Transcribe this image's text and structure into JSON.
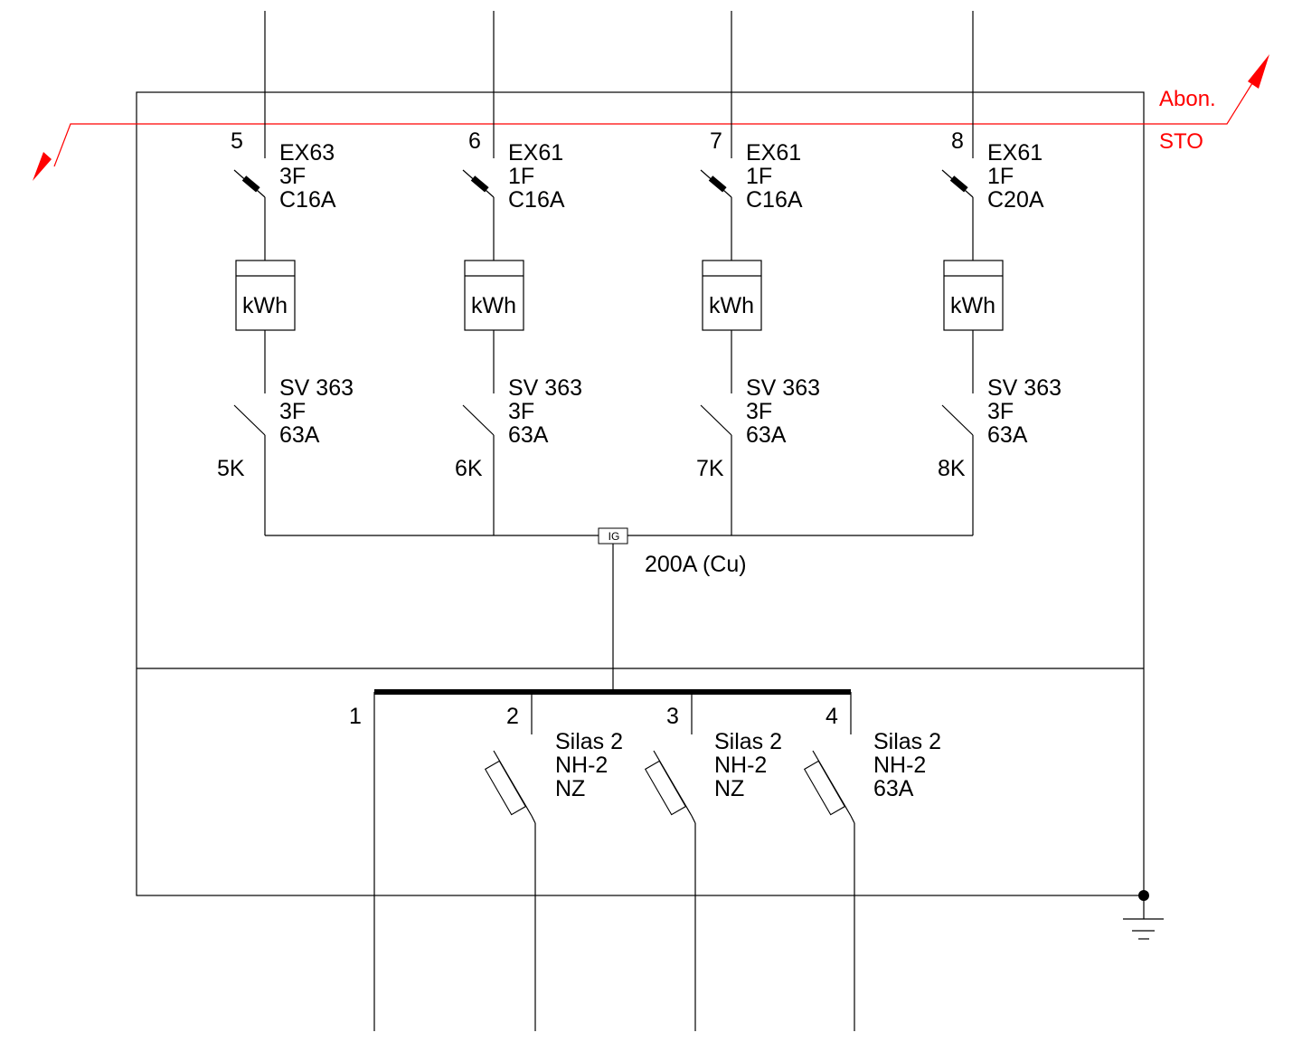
{
  "boundary": {
    "label_top": "Abon.",
    "label_bottom": "STO",
    "color": "#ff0000"
  },
  "outgoing_circuits": [
    {
      "number": "5",
      "breaker": {
        "type": "EX63",
        "phases": "3F",
        "rating": "C16A"
      },
      "meter": "kWh",
      "switch": {
        "type": "SV 363",
        "phases": "3F",
        "rating": "63A"
      },
      "switch_id": "5K"
    },
    {
      "number": "6",
      "breaker": {
        "type": "EX61",
        "phases": "1F",
        "rating": "C16A"
      },
      "meter": "kWh",
      "switch": {
        "type": "SV 363",
        "phases": "3F",
        "rating": "63A"
      },
      "switch_id": "6K"
    },
    {
      "number": "7",
      "breaker": {
        "type": "EX61",
        "phases": "1F",
        "rating": "C16A"
      },
      "meter": "kWh",
      "switch": {
        "type": "SV 363",
        "phases": "3F",
        "rating": "63A"
      },
      "switch_id": "7K"
    },
    {
      "number": "8",
      "breaker": {
        "type": "EX61",
        "phases": "1F",
        "rating": "C20A"
      },
      "meter": "kWh",
      "switch": {
        "type": "SV 363",
        "phases": "3F",
        "rating": "63A"
      },
      "switch_id": "8K"
    }
  ],
  "bus": {
    "connector_label": "IG",
    "rating": "200A (Cu)"
  },
  "feeders": [
    {
      "number": "1"
    },
    {
      "number": "2",
      "fuse": {
        "type": "Silas 2",
        "size": "NH-2",
        "rating": "NZ"
      }
    },
    {
      "number": "3",
      "fuse": {
        "type": "Silas 2",
        "size": "NH-2",
        "rating": "NZ"
      }
    },
    {
      "number": "4",
      "fuse": {
        "type": "Silas 2",
        "size": "NH-2",
        "rating": "63A"
      }
    }
  ],
  "ground": {
    "symbol": "ground-icon"
  }
}
